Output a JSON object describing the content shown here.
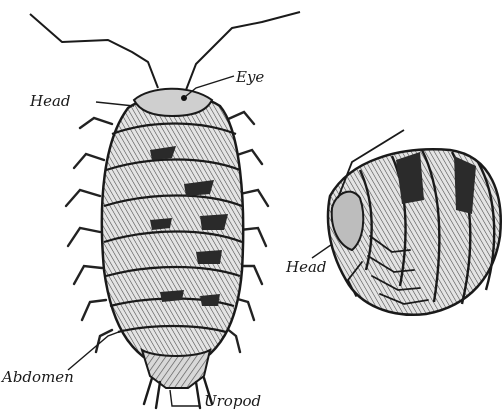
{
  "labels": {
    "eye": "Eye",
    "head_top": "Head",
    "abdomen": "Abdomen",
    "uropod": "Uropod",
    "head_side": "Head"
  }
}
